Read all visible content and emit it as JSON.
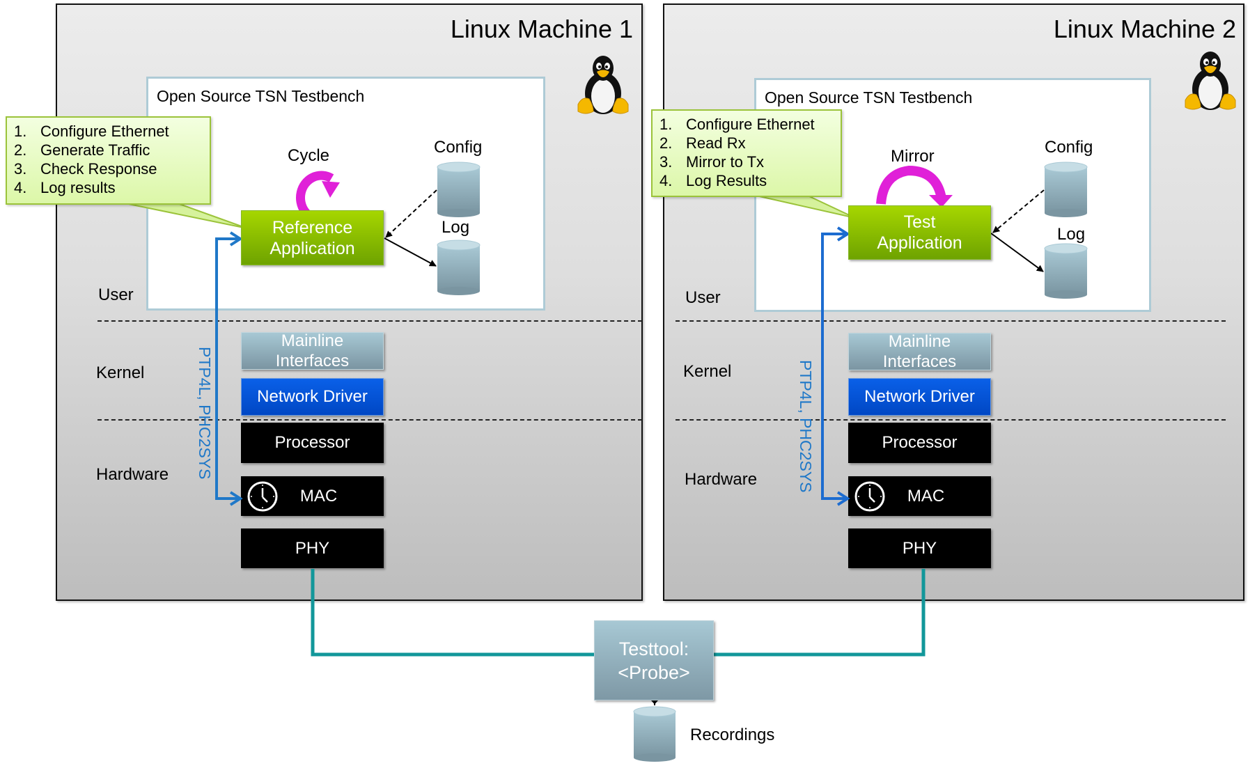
{
  "machines": [
    {
      "title": "Linux Machine 1",
      "testbench_title": "Open Source TSN Testbench",
      "application_label": "Reference\nApplication",
      "application_lines": [
        "Reference",
        "Application"
      ],
      "loop_label": "Cycle",
      "loop_icon": "cycle-arrow-icon",
      "config_label": "Config",
      "log_label": "Log",
      "callout_steps": [
        {
          "num": "1.",
          "text": "Configure Ethernet"
        },
        {
          "num": "2.",
          "text": "Generate Traffic"
        },
        {
          "num": "3.",
          "text": "Check Response"
        },
        {
          "num": "4.",
          "text": "Log results"
        }
      ],
      "layers": {
        "user": "User",
        "kernel": "Kernel",
        "hardware": "Hardware"
      },
      "components": {
        "mainline": [
          "Mainline",
          "Interfaces"
        ],
        "network_driver": "Network Driver",
        "processor": "Processor",
        "mac": "MAC",
        "phy": "PHY"
      },
      "sync_label": "PTP4L, PHC2SYS"
    },
    {
      "title": "Linux Machine 2",
      "testbench_title": "Open Source TSN Testbench",
      "application_lines": [
        "Test",
        "Application"
      ],
      "loop_label": "Mirror",
      "loop_icon": "mirror-arrow-icon",
      "config_label": "Config",
      "log_label": "Log",
      "callout_steps": [
        {
          "num": "1.",
          "text": "Configure Ethernet"
        },
        {
          "num": "2.",
          "text": "Read Rx"
        },
        {
          "num": "3.",
          "text": "Mirror to Tx"
        },
        {
          "num": "4.",
          "text": "Log Results"
        }
      ],
      "layers": {
        "user": "User",
        "kernel": "Kernel",
        "hardware": "Hardware"
      },
      "components": {
        "mainline": [
          "Mainline",
          "Interfaces"
        ],
        "network_driver": "Network Driver",
        "processor": "Processor",
        "mac": "MAC",
        "phy": "PHY"
      },
      "sync_label": "PTP4L, PHC2SYS"
    }
  ],
  "probe": {
    "lines": [
      "Testtool:",
      "<Probe>"
    ]
  },
  "recordings_label": "Recordings",
  "colors": {
    "app_green": "#8cc400",
    "network_driver_blue": "#0055d8",
    "sync_blue": "#1f78c8",
    "link_teal": "#12979a",
    "loop_magenta": "#e020d8",
    "cylinder": "#93b2bf"
  },
  "icons": {
    "os_logo": "tux-penguin-icon",
    "hardware_clock": "clock-icon",
    "storage": "database-cylinder-icon"
  }
}
